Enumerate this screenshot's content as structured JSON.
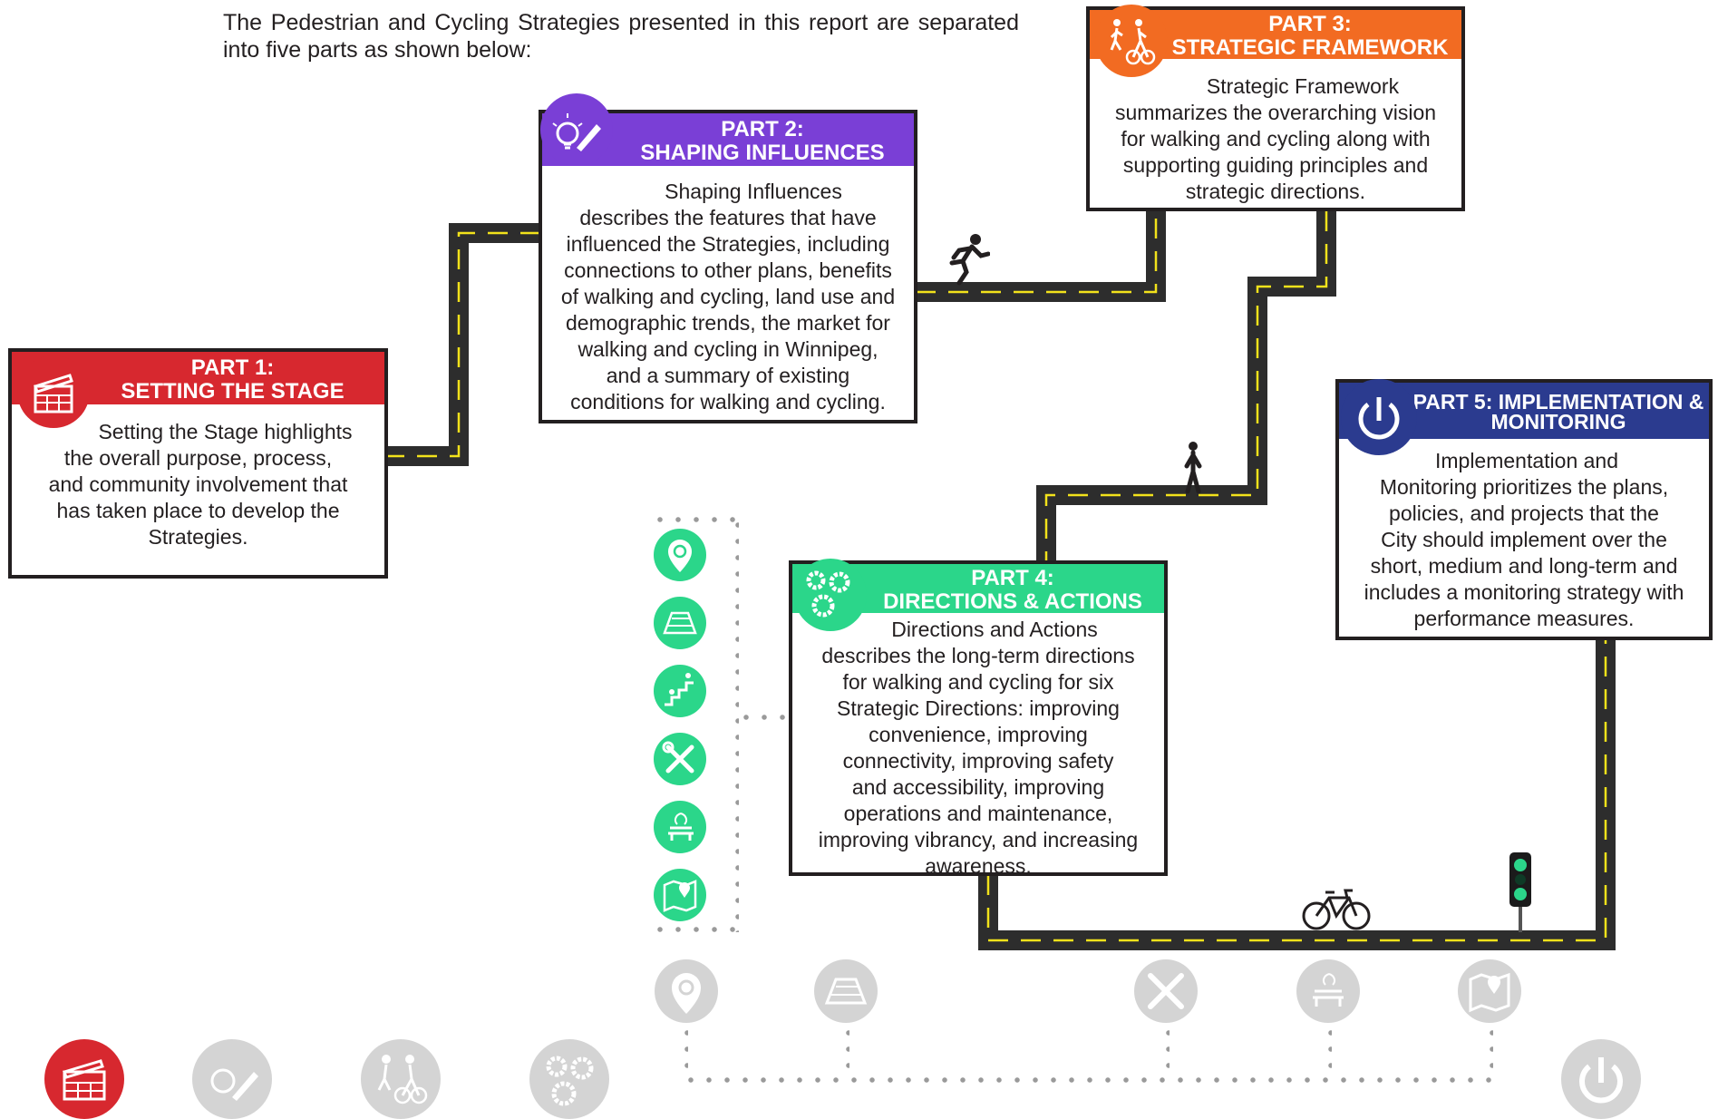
{
  "intro": "The Pedestrian and Cycling Strategies presented in this report are separated into five parts as shown below:",
  "colors": {
    "part1": "#d7282f",
    "part2": "#7a3fd6",
    "part3": "#f26b22",
    "part4": "#2bd68a",
    "part5": "#2b3b8f",
    "road": "#2d2d2d",
    "road_line": "#f2e21b",
    "inactive": "#d4d4d4"
  },
  "parts": {
    "part1": {
      "label": "PART 1:",
      "title": "SETTING THE STAGE",
      "icon": "clapperboard-icon",
      "body": [
        "Setting the Stage highlights",
        "the overall purpose, process,",
        "and community involvement that",
        "has taken place to develop the",
        "Strategies."
      ]
    },
    "part2": {
      "label": "PART 2:",
      "title": "SHAPING INFLUENCES",
      "icon": "lightbulb-pencil-icon",
      "body": [
        "Shaping Influences",
        "describes the features that have",
        "influenced the Strategies, including",
        "connections to other plans, benefits",
        "of walking and cycling, land use and",
        "demographic trends, the market for",
        "walking and cycling in Winnipeg,",
        "and a summary of existing",
        "conditions for walking and cycling."
      ]
    },
    "part3": {
      "label": "PART 3:",
      "title": "STRATEGIC FRAMEWORK",
      "icon": "pedestrian-cyclist-icon",
      "body": [
        "Strategic Framework",
        "summarizes the overarching vision",
        "for walking and cycling along with",
        "supporting guiding principles and",
        "strategic directions."
      ]
    },
    "part4": {
      "label": "PART 4:",
      "title": "DIRECTIONS & ACTIONS",
      "icon": "gears-icon",
      "body": [
        "Directions and Actions",
        "describes the long-term directions",
        "for walking and cycling for six",
        "Strategic Directions:  improving",
        "convenience, improving",
        "connectivity, improving safety",
        "and accessibility, improving",
        "operations and maintenance,",
        "improving vibrancy, and increasing",
        "awareness."
      ]
    },
    "part5": {
      "label": "PART 5: IMPLEMENTATION &",
      "title": "MONITORING",
      "icon": "power-icon",
      "body": [
        "Implementation and",
        "Monitoring prioritizes the plans,",
        "policies, and projects that the",
        "City should implement over the",
        "short, medium and long-term and",
        "includes a monitoring strategy with",
        "performance measures."
      ]
    }
  },
  "strategic_direction_icons": [
    "location-pin-arrows-icon",
    "path-icon",
    "accessibility-stairs-icon",
    "wrench-screwdriver-icon",
    "park-bench-icon",
    "map-pin-icon"
  ],
  "bottom_nav_icons": [
    "clapperboard-icon",
    "lightbulb-pencil-icon",
    "pedestrian-cyclist-icon",
    "gears-icon",
    "location-pin-arrows-icon",
    "path-icon",
    "wrench-screwdriver-icon",
    "park-bench-icon",
    "map-pin-icon",
    "power-icon"
  ],
  "active_part": "part1"
}
